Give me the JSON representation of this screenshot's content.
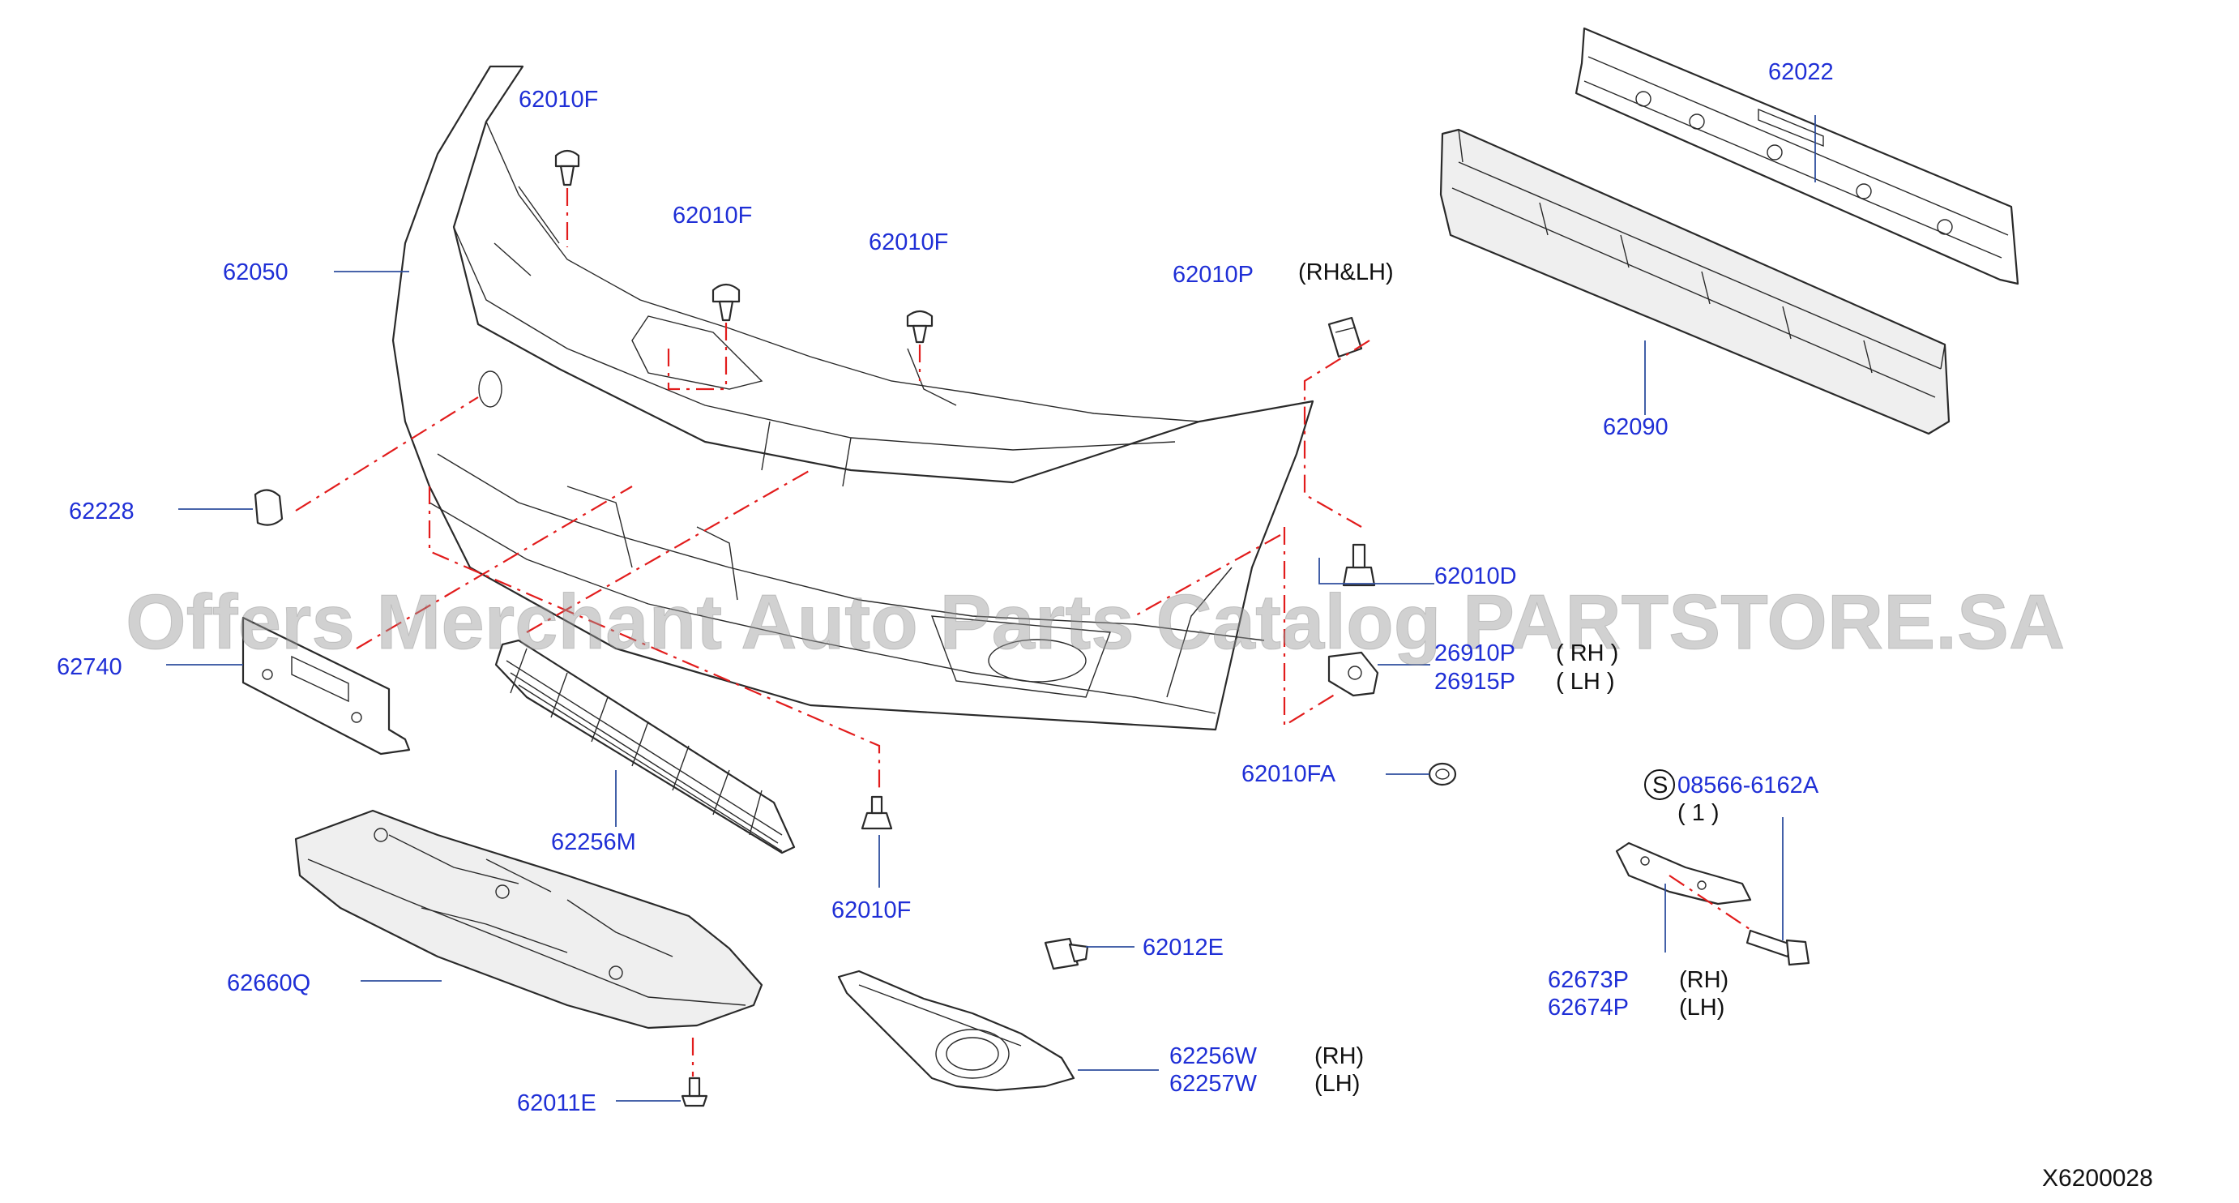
{
  "watermark": "Offers Merchant Auto Parts Catalog PARTSTORE.SA",
  "diagram_code": "X6200028",
  "callouts": {
    "c_62010F_a": "62010F",
    "c_62010F_b": "62010F",
    "c_62010F_c": "62010F",
    "c_62010F_d": "62010F",
    "c_62050": "62050",
    "c_62010P": "62010P",
    "c_62010P_side": "(RH&LH)",
    "c_62022": "62022",
    "c_62090": "62090",
    "c_62228": "62228",
    "c_62010D": "62010D",
    "c_26910P": "26910P",
    "c_26910P_side": "( RH    )",
    "c_26915P": "26915P",
    "c_26915P_side": "(    LH  )",
    "c_62740": "62740",
    "c_62010FA": "62010FA",
    "c_08566": "08566-6162A",
    "c_08566_qty": "(   1   )",
    "c_08566_symbol": "S",
    "c_62256M": "62256M",
    "c_62012E": "62012E",
    "c_62673P": "62673P",
    "c_62673P_side": "(RH)",
    "c_62674P": "62674P",
    "c_62674P_side": "(LH)",
    "c_62660Q": "62660Q",
    "c_62256W": "62256W",
    "c_62256W_side": "(RH)",
    "c_62257W": "62257W",
    "c_62257W_side": "(LH)",
    "c_62011E": "62011E"
  }
}
